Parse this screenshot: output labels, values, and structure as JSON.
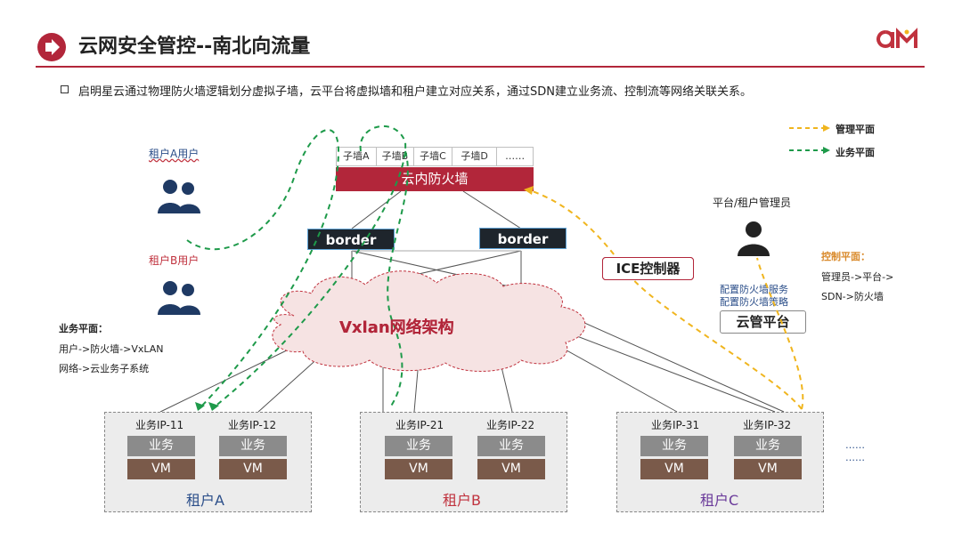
{
  "header": {
    "title": "云网安全管控--南北向流量",
    "logo": "am"
  },
  "bullet": "启明星云通过物理防火墙逻辑划分虚拟子墙，云平台将虚拟墙和租户建立对应关系，通过SDN建立业务流、控制流等网络关联关系。",
  "legend": {
    "mgmt": "管理平面",
    "service": "业务平面",
    "mgmt_color": "#f0b51e",
    "service_color": "#1e9a4a"
  },
  "users": {
    "a_label": "租户A用户",
    "b_label": "租户B用户"
  },
  "service_note": {
    "title": "业务平面：",
    "line1": "用户->防火墙->VxLAN",
    "line2": "网络->云业务子系统"
  },
  "firewall": {
    "subwalls": [
      "子墙A",
      "子墙B",
      "子墙C",
      "子墙D",
      "……"
    ],
    "label": "云内防火墙"
  },
  "border": {
    "left": "border",
    "right": "border"
  },
  "ice": "ICE控制器",
  "vxlan": "Vxlan网络架构",
  "admin": {
    "label": "平台/租户管理员",
    "config1": "配置防火墙服务",
    "config2": "配置防火墙策略",
    "platform": "云管平台"
  },
  "control_note": {
    "title": "控制平面：",
    "line1": "管理员->平台->",
    "line2": "SDN->防火墙"
  },
  "tenants": [
    {
      "name": "租户A",
      "color": "#2c4f8a",
      "hosts": [
        {
          "ip": "业务IP-11",
          "svc": "业务",
          "vm": "VM"
        },
        {
          "ip": "业务IP-12",
          "svc": "业务",
          "vm": "VM"
        }
      ]
    },
    {
      "name": "租户B",
      "color": "#c0323e",
      "hosts": [
        {
          "ip": "业务IP-21",
          "svc": "业务",
          "vm": "VM"
        },
        {
          "ip": "业务IP-22",
          "svc": "业务",
          "vm": "VM"
        }
      ]
    },
    {
      "name": "租户C",
      "color": "#6a3a9a",
      "hosts": [
        {
          "ip": "业务IP-31",
          "svc": "业务",
          "vm": "VM"
        },
        {
          "ip": "业务IP-32",
          "svc": "业务",
          "vm": "VM"
        }
      ]
    }
  ],
  "more_dots": [
    "……",
    "……"
  ]
}
